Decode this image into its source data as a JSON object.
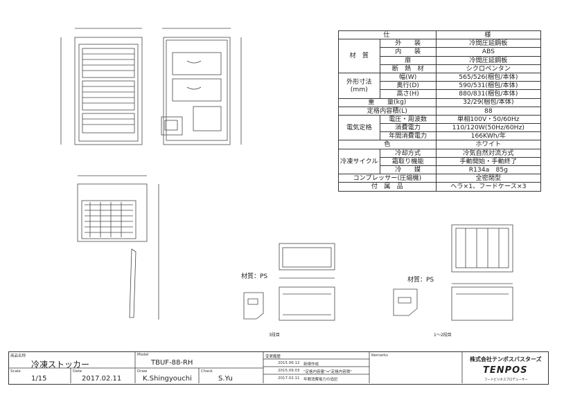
{
  "spec_table": {
    "header": [
      "仕",
      "様"
    ],
    "rows": [
      {
        "group": "材　質",
        "item": "外　　装",
        "value": "冷間圧延鋼板"
      },
      {
        "group": "",
        "item": "内　　装",
        "value": "ABS"
      },
      {
        "group": "",
        "item": "扉",
        "value": "冷間圧延鋼板"
      },
      {
        "group": "",
        "item": "断　熱　材",
        "value": "シクロペンタン"
      },
      {
        "group": "外形寸法\n(mm)",
        "item": "幅(W)",
        "value": "565/526(梱包/本体)"
      },
      {
        "group": "",
        "item": "奥行(D)",
        "value": "590/531(梱包/本体)"
      },
      {
        "group": "",
        "item": "高さ(H)",
        "value": "880/831(梱包/本体)"
      },
      {
        "group": "重　　量(kg)",
        "item": "",
        "value": "32/29(梱包/本体)"
      },
      {
        "group": "定格内容積(L)",
        "item": "",
        "value": "88"
      },
      {
        "group": "電気定格",
        "item": "電圧・周波数",
        "value": "単相100V・50/60Hz"
      },
      {
        "group": "",
        "item": "消費電力",
        "value": "110/120W(50Hz/60Hz)"
      },
      {
        "group": "",
        "item": "年間消費電力",
        "value": "166KWh/年"
      },
      {
        "group": "色",
        "item": "",
        "value": "ホワイト"
      },
      {
        "group": "冷凍サイクル",
        "item": "冷却方式",
        "value": "冷気自然対流方式"
      },
      {
        "group": "",
        "item": "霜取り機能",
        "value": "手動開始・手動終了"
      },
      {
        "group": "",
        "item": "冷　　媒",
        "value": "R134a　85g"
      },
      {
        "group": "コンプレッサー(圧縮機)",
        "item": "",
        "value": "全密閉型"
      },
      {
        "group": "付　属　品",
        "item": "",
        "value": "ヘラ×1、フードケース×3"
      }
    ]
  },
  "drawing_labels": {
    "material_left": "材質：PS",
    "material_right": "材質：PS",
    "tier_left": "3段目",
    "tier_right": "1～2段目"
  },
  "title_block": {
    "product_label": "商品名称",
    "product_name": "冷凍ストッカー",
    "model_label": "Model",
    "model": "TBUF-88-RH",
    "scale_label": "Scale",
    "scale": "1/15",
    "date_label": "Date",
    "date": "2017.02.11",
    "draw_label": "Draw",
    "draw": "K.Shingyouchi",
    "check_label": "Check",
    "check": "S.Yu",
    "history_label": "変更履歴",
    "history": [
      {
        "date": "2015.06.12",
        "text": "新規作成"
      },
      {
        "date": "2015.09.03",
        "text": "\"定格内容量\"⇒\"定格内容積\""
      },
      {
        "date": "2017.02.11",
        "text": "年間消費電力の追記"
      }
    ],
    "remarks_label": "Remarks",
    "company": "株式会社テンポスバスターズ",
    "logo": "TENPOS",
    "logo_sub": "フードビジネスプロデューサー"
  }
}
